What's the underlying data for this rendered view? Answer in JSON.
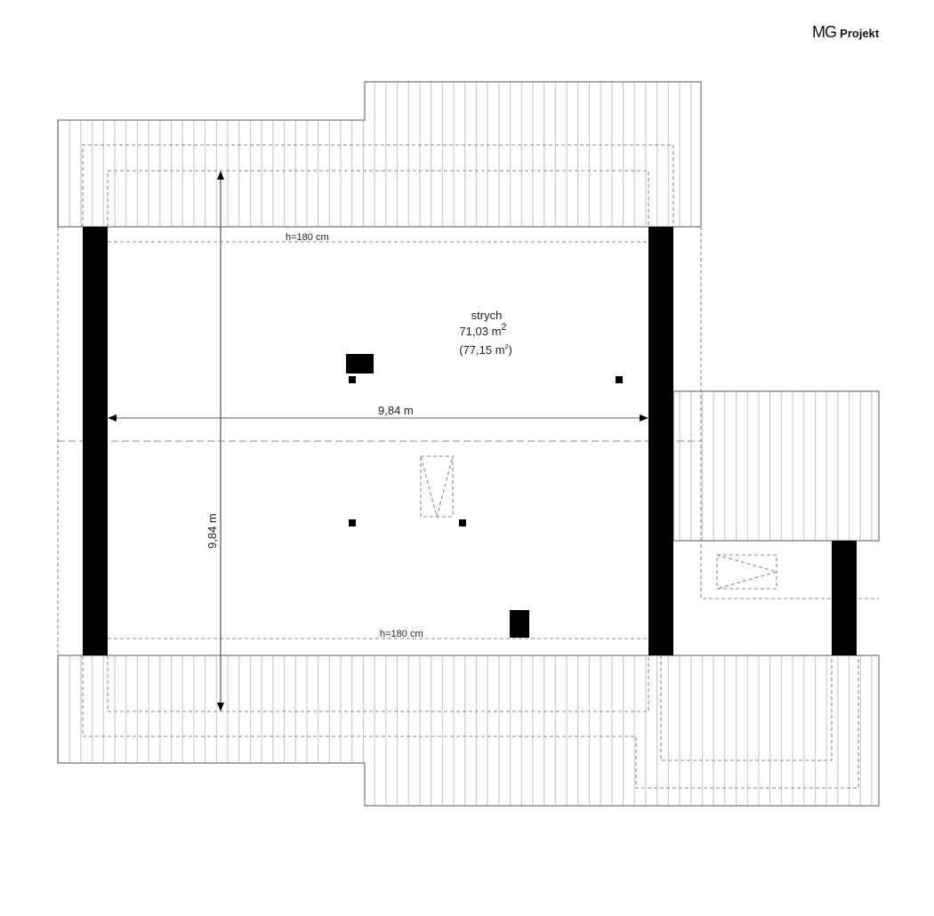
{
  "logo": {
    "brand": "MG",
    "suffix": "Projekt"
  },
  "room": {
    "name": "strych",
    "area": "71,03 m",
    "area_total": "(77,15 m",
    "unit_sup": "2",
    "close": ")"
  },
  "dimensions": {
    "width": "9,84 m",
    "depth": "9,84 m"
  },
  "height_labels": {
    "top": "h=180 cm",
    "bottom": "h=180 cm"
  },
  "colors": {
    "wall": "#000000",
    "hatch": "#c8c8c8",
    "outline": "#777777",
    "dashed": "#888888"
  }
}
